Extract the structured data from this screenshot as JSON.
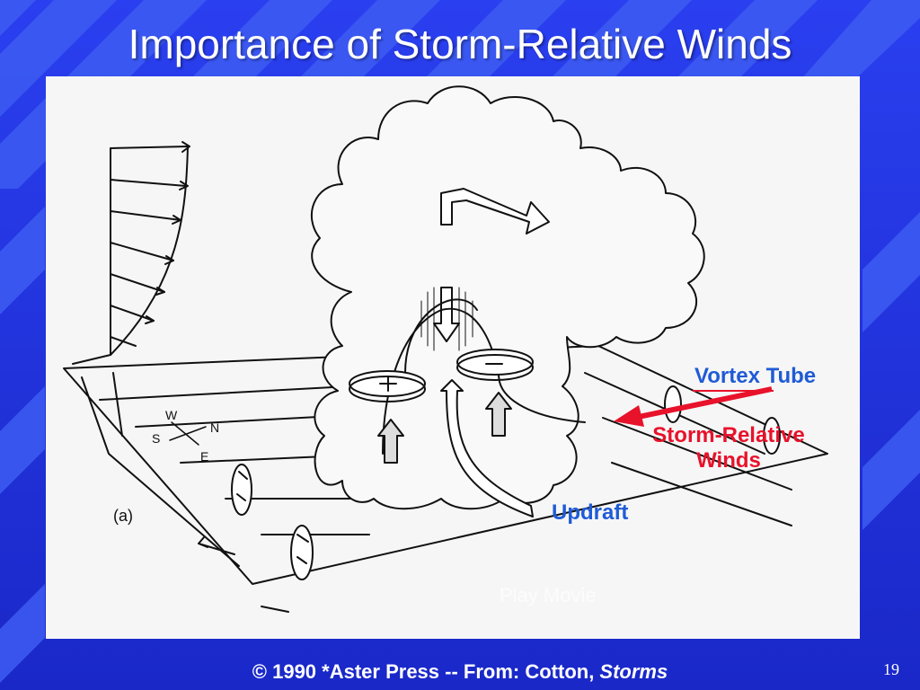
{
  "slide": {
    "title": "Importance of Storm-Relative Winds",
    "number": "19",
    "background_color": "#1f2fd8",
    "stripe_color": "#3a55ee"
  },
  "figure": {
    "panel_label": "(a)",
    "compass": {
      "north": "N",
      "south": "S",
      "east": "E",
      "west": "W"
    },
    "updraft_signs": {
      "left": "+",
      "right": "-"
    }
  },
  "annotations": {
    "vortex_tube": "Vortex Tube",
    "storm_relative_line1": "Storm-Relative",
    "storm_relative_line2": "Winds",
    "updraft": "Updraft",
    "arrow_color": "#e8122b",
    "blue_label_color": "#1f5bd6"
  },
  "play_movie": "Play Movie",
  "footer": {
    "credit_prefix": "© 1990 *Aster Press -- From: Cotton, ",
    "credit_italic": "Storms"
  }
}
